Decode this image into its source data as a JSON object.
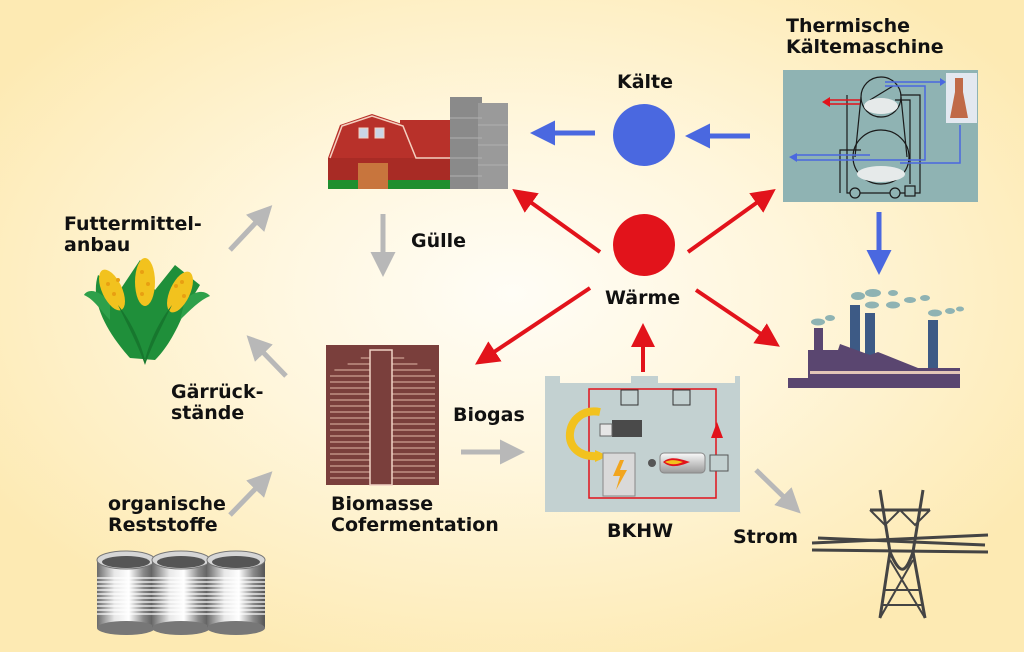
{
  "title": "Biogas / Kraft-Wärme-Kälte-Kopplung Kreislauf",
  "labels": {
    "thermische": "Thermische\nKältemaschine",
    "kaelte": "Kälte",
    "waerme": "Wärme",
    "guelle": "Gülle",
    "futtermittel": "Futtermittel-\nanbau",
    "gaerrueck": "Gärrück-\nstände",
    "organisch": "organische\nReststoffe",
    "biomasse": "Biomasse\nCofermentation",
    "biogas": "Biogas",
    "bkhw": "BKHW",
    "strom": "Strom"
  },
  "colors": {
    "heat": "#e2131b",
    "cold": "#4a68e0",
    "flow": "#b8b8b8",
    "barn": "#b8312a",
    "digester": "#7a3f3c",
    "machine_bg": "#8fb3b3",
    "bkhw_bg": "#c3d1d1",
    "factory": "#5a4670",
    "chimney": "#3d5a85",
    "tower": "#444444"
  }
}
